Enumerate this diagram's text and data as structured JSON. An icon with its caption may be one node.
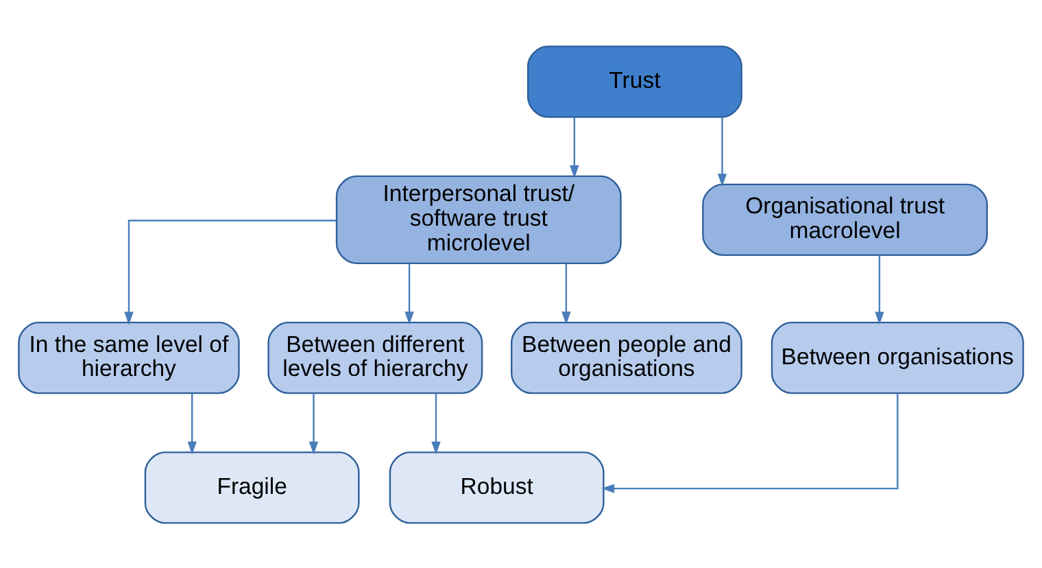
{
  "diagram": {
    "nodes": [
      {
        "text": [
          "Trust"
        ]
      },
      {
        "text": [
          "Interpersonal trust/ software trust microlevel"
        ]
      },
      {
        "text": [
          "Organisational trust macrolevel"
        ]
      },
      {
        "text": [
          "In the same level of hierarchy"
        ]
      },
      {
        "text": [
          "Between different levels of hierarchy"
        ]
      },
      {
        "text": [
          "Between people and organisations"
        ]
      },
      {
        "text": [
          "Between organisations"
        ]
      },
      {
        "text": [
          "Fragile"
        ]
      },
      {
        "text": [
          "Robust"
        ]
      }
    ],
    "edges": [
      {
        "from": 0,
        "to": 1,
        "arrow": "to"
      },
      {
        "from": 0,
        "to": 2,
        "arrow": "to"
      },
      {
        "from": 1,
        "to": 3,
        "arrow": "to"
      },
      {
        "from": 1,
        "to": 4,
        "arrow": "to"
      },
      {
        "from": 1,
        "to": 5,
        "arrow": "to"
      },
      {
        "from": 2,
        "to": 6,
        "arrow": "to"
      },
      {
        "from": 3,
        "to": 7,
        "arrow": "to"
      },
      {
        "from": 4,
        "to": 7,
        "arrow": "to"
      },
      {
        "from": 4,
        "to": 8,
        "arrow": "to"
      },
      {
        "from": 6,
        "to": 8,
        "arrow": "to"
      }
    ]
  }
}
